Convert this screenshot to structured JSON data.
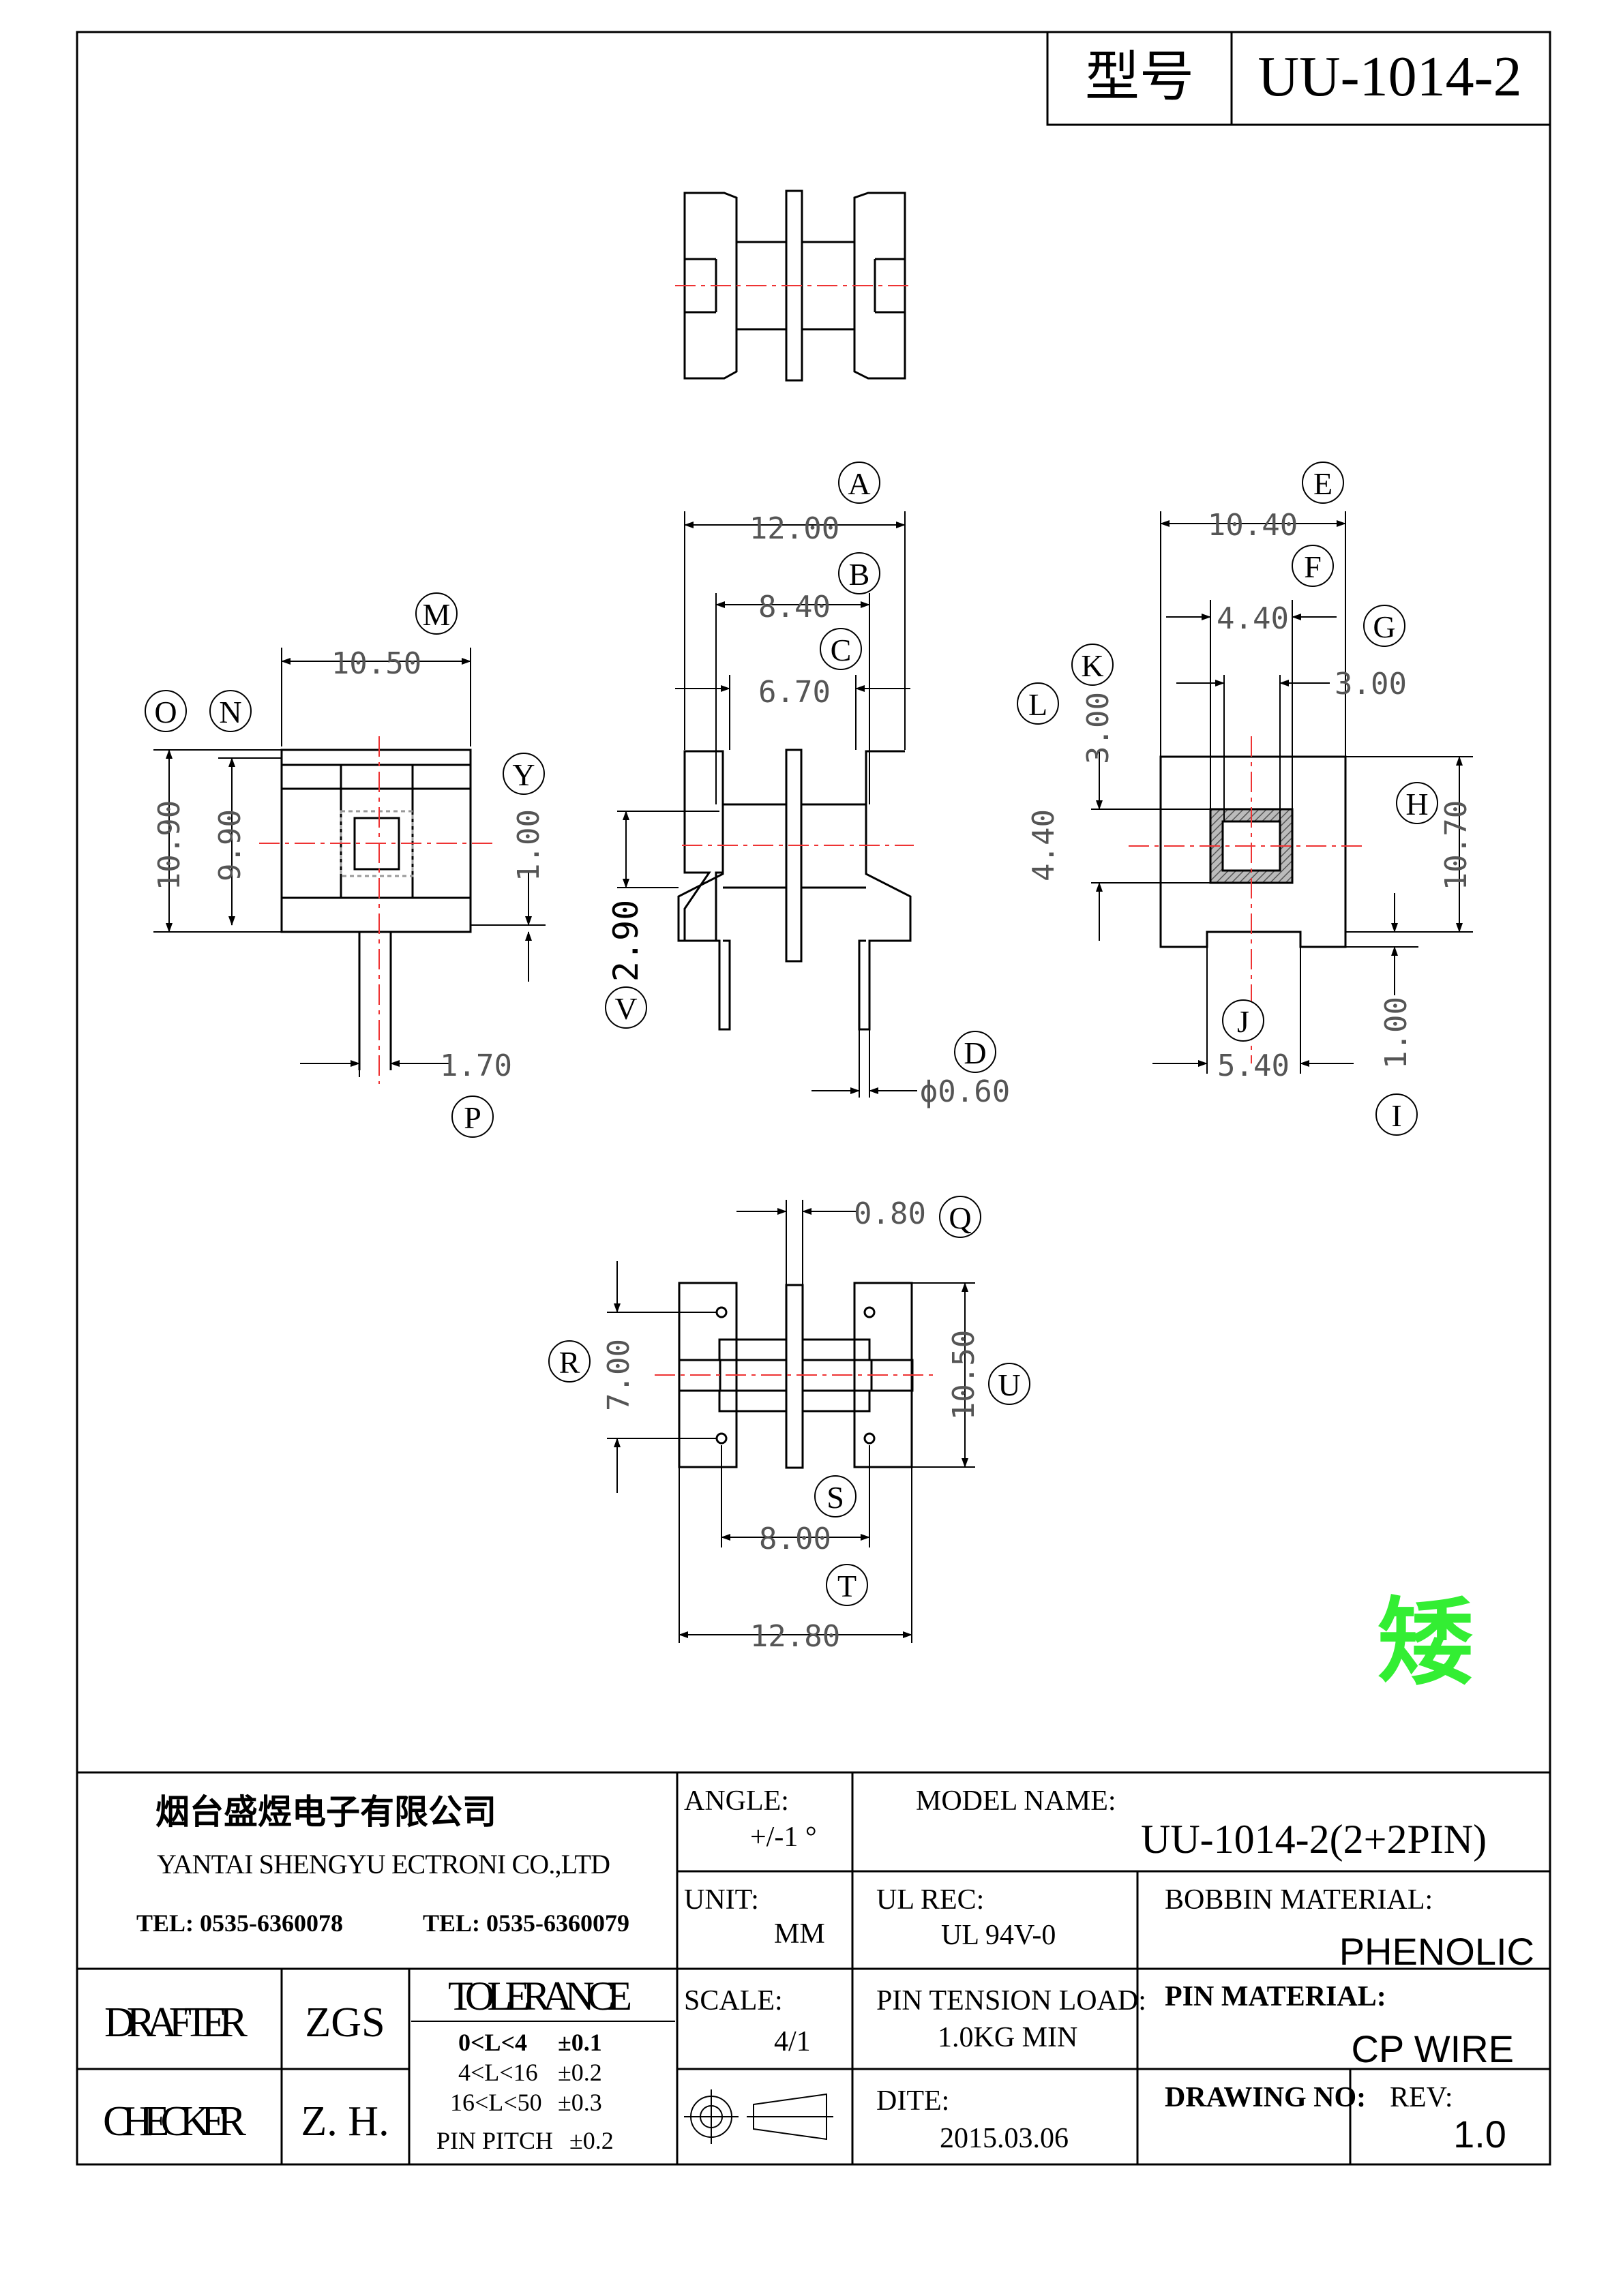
{
  "header": {
    "label_cn": "型号",
    "model": "UU-1014-2"
  },
  "dimensions": {
    "A": "12.00",
    "B": "8.40",
    "C": "6.70",
    "D": "ϕ0.60",
    "E": "10.40",
    "F": "4.40",
    "G": "3.00",
    "H": "10.70",
    "I": "1.00",
    "J": "5.40",
    "K": "3.00",
    "L": "4.40",
    "M": "10.50",
    "N": "9.90",
    "O": "10.90",
    "P": "1.70",
    "Q": "0.80",
    "R": "7.00",
    "S": "8.00",
    "T": "12.80",
    "U": "10.50",
    "V": "2.90",
    "Y": "1.00"
  },
  "letters": {
    "A": "A",
    "B": "B",
    "C": "C",
    "D": "D",
    "E": "E",
    "F": "F",
    "G": "G",
    "H": "H",
    "I": "I",
    "J": "J",
    "K": "K",
    "L": "L",
    "M": "M",
    "N": "N",
    "O": "O",
    "P": "P",
    "Q": "Q",
    "R": "R",
    "S": "S",
    "T": "T",
    "U": "U",
    "V": "V",
    "Y": "Y"
  },
  "stamp": {
    "text": "矮",
    "color": "#33ee33"
  },
  "title_block": {
    "company_cn": "烟台盛煜电子有限公司",
    "company_en": "YANTAI SHENGYU ECTRONI CO.,LTD",
    "tel1": "TEL: 0535-6360078",
    "tel2": "TEL: 0535-6360079",
    "angle_label": "ANGLE:",
    "angle_value": "+/-1 °",
    "model_name_label": "MODEL NAME:",
    "model_name_value": "UU-1014-2(2+2PIN)",
    "unit_label": "UNIT:",
    "unit_value": "MM",
    "ul_label": "UL REC:",
    "ul_value": "UL 94V-0",
    "bobbin_label": "BOBBIN MATERIAL:",
    "bobbin_value": "PHENOLIC",
    "drafter_label": "DRAFTER",
    "drafter_value": "ZGS",
    "checker_label": "CHECKER",
    "checker_value": "Z. H.",
    "tolerance_title": "TOLERANCE",
    "tol1": "0<L<4",
    "tol1v": "±0.1",
    "tol2": "4<L<16",
    "tol2v": "±0.2",
    "tol3": "16<L<50",
    "tol3v": "±0.3",
    "tol4": "PIN PITCH",
    "tol4v": "±0.2",
    "scale_label": "SCALE:",
    "scale_value": "4/1",
    "pin_tension_label": "PIN TENSION LOAD:",
    "pin_tension_value": "1.0KG MIN",
    "pin_material_label": "PIN MATERIAL:",
    "pin_material_value": "CP WIRE",
    "date_label": "DITE:",
    "date_value": "2015.03.06",
    "drawing_no_label": "DRAWING NO:",
    "rev_label": "REV:",
    "rev_value": "1.0"
  }
}
